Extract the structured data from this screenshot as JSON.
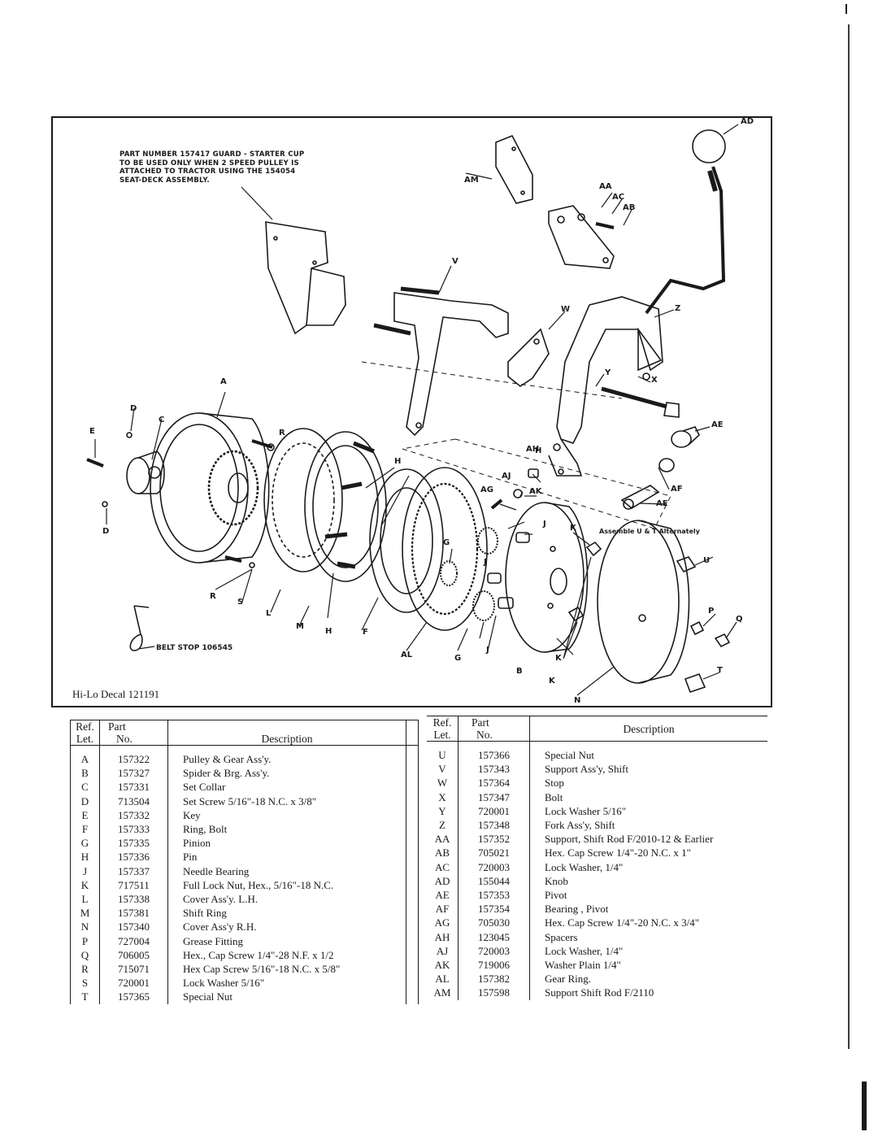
{
  "diagram": {
    "note": "PART NUMBER 157417 GUARD - STARTER CUP\nTO BE USED ONLY WHEN 2 SPEED PULLEY IS\nATTACHED TO TRACTOR USING THE 154054\nSEAT-DECK ASSEMBLY.",
    "belt_stop": "BELT STOP 106545",
    "assemble_note": "Assemble U & T Alternately",
    "decal": "Hi-Lo Decal 121191",
    "labels": [
      "A",
      "B",
      "C",
      "D",
      "D",
      "E",
      "F",
      "G",
      "G",
      "H",
      "H",
      "H",
      "J",
      "J",
      "J",
      "K",
      "K",
      "K",
      "L",
      "M",
      "N",
      "P",
      "Q",
      "R",
      "R",
      "S",
      "T",
      "U",
      "V",
      "W",
      "X",
      "Y",
      "Z",
      "AA",
      "AB",
      "AC",
      "AD",
      "AE",
      "AF",
      "AG",
      "AH",
      "AJ",
      "AK",
      "AL",
      "AM",
      "AE"
    ]
  },
  "parts_left": {
    "headers": {
      "ref_top": "Ref.",
      "ref_bottom": "Let.",
      "part_top": "Part",
      "part_bottom": "No.",
      "desc": "Description"
    },
    "rows": [
      [
        "A",
        "157322",
        "Pulley & Gear Ass'y."
      ],
      [
        "B",
        "157327",
        "Spider & Brg. Ass'y."
      ],
      [
        "C",
        "157331",
        "Set Collar"
      ],
      [
        "D",
        "713504",
        "Set Screw 5/16\"-18 N.C. x 3/8\""
      ],
      [
        "E",
        "157332",
        "Key"
      ],
      [
        "F",
        "157333",
        "Ring, Bolt"
      ],
      [
        "G",
        "157335",
        "Pinion"
      ],
      [
        "H",
        "157336",
        "Pin"
      ],
      [
        "J",
        "157337",
        "Needle Bearing"
      ],
      [
        "K",
        "717511",
        "Full Lock Nut, Hex., 5/16\"-18 N.C."
      ],
      [
        "L",
        "157338",
        "Cover Ass'y. L.H."
      ],
      [
        "M",
        "157381",
        "Shift Ring"
      ],
      [
        "N",
        "157340",
        "Cover Ass'y R.H."
      ],
      [
        "P",
        "727004",
        "Grease Fitting"
      ],
      [
        "Q",
        "706005",
        "Hex., Cap Screw 1/4\"-28 N.F. x 1/2"
      ],
      [
        "R",
        "715071",
        "Hex Cap Screw 5/16\"-18 N.C. x 5/8\""
      ],
      [
        "S",
        "720001",
        "Lock Washer 5/16\""
      ],
      [
        "T",
        "157365",
        "Special Nut"
      ]
    ]
  },
  "parts_right": {
    "headers": {
      "ref_top": "Ref.",
      "ref_bottom": "Let.",
      "part_top": "Part",
      "part_bottom": "No.",
      "desc": "Description"
    },
    "rows": [
      [
        "U",
        "157366",
        "Special Nut"
      ],
      [
        "V",
        "157343",
        "Support Ass'y, Shift"
      ],
      [
        "W",
        "157364",
        "Stop"
      ],
      [
        "X",
        "157347",
        "Bolt"
      ],
      [
        "Y",
        "720001",
        "Lock Washer 5/16\""
      ],
      [
        "Z",
        "157348",
        "Fork Ass'y, Shift"
      ],
      [
        "AA",
        "157352",
        "Support, Shift Rod F/2010-12 & Earlier"
      ],
      [
        "AB",
        "705021",
        "Hex. Cap Screw 1/4\"-20 N.C. x 1\""
      ],
      [
        "AC",
        "720003",
        "Lock Washer, 1/4\""
      ],
      [
        "AD",
        "155044",
        "Knob"
      ],
      [
        "AE",
        "157353",
        "Pivot"
      ],
      [
        "AF",
        "157354",
        "Bearing , Pivot"
      ],
      [
        "AG",
        "705030",
        "Hex. Cap Screw 1/4\"-20 N.C. x 3/4\""
      ],
      [
        "AH",
        "123045",
        "Spacers"
      ],
      [
        "AJ",
        "720003",
        "Lock Washer, 1/4\""
      ],
      [
        "AK",
        "719006",
        "Washer Plain 1/4\""
      ],
      [
        "AL",
        "157382",
        "Gear Ring."
      ],
      [
        "AM",
        "157598",
        "Support Shift Rod F/2110"
      ]
    ]
  }
}
